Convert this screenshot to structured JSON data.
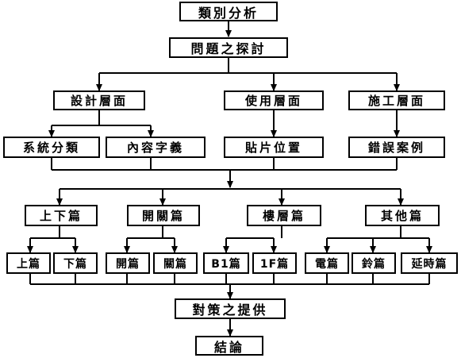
{
  "nodes": {
    "classification": "類別分析",
    "discussion": "問題之探討",
    "design": "設計層面",
    "usage": "使用層面",
    "construction": "施工層面",
    "system_class": "系統分類",
    "content_meaning": "內容字義",
    "sticker_position": "貼片位置",
    "error_cases": "錯誤案例",
    "up_down_section": "上下篇",
    "switch_section": "開關篇",
    "floor_section": "樓層篇",
    "other_section": "其他篇",
    "up": "上篇",
    "down": "下篇",
    "open": "開篇",
    "close": "關篇",
    "b1": "B1篇",
    "f1": "1F篇",
    "electric": "電篇",
    "bell": "鈴篇",
    "delay": "延時篇",
    "countermeasure": "對策之提供",
    "conclusion": "結論"
  },
  "colors": {
    "line": "#000000",
    "box_border": "#000000",
    "background": "#ffffff"
  }
}
